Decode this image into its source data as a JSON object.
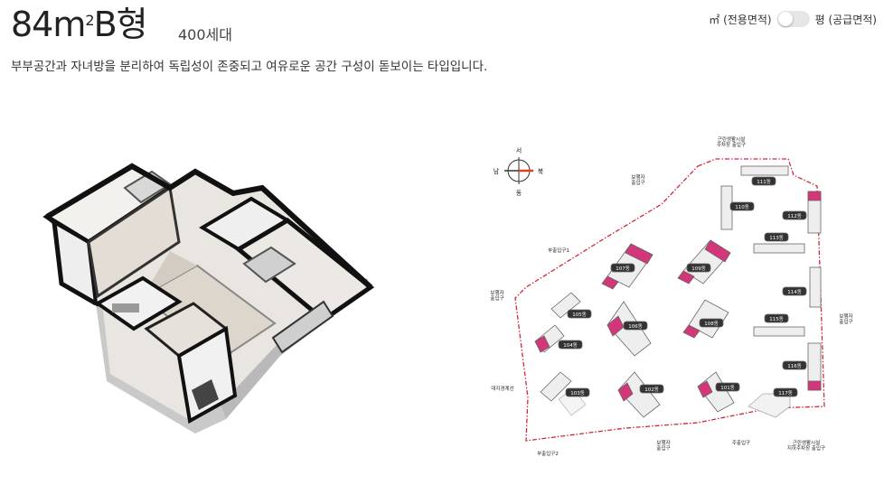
{
  "header": {
    "title_main": "84m",
    "title_sup": "2",
    "title_suffix": "B형",
    "units": "400세대"
  },
  "description": "부부공간과 자녀방을 분리하여 독립성이 존중되고 여유로운 공간 구성이 돋보이는 타입입니다.",
  "area_toggle": {
    "left_label": "㎡ (전용면적)",
    "right_label": "평 (공급면적)",
    "state": "left"
  },
  "site_map": {
    "compass": {
      "north": "북",
      "south": "남",
      "west": "서",
      "east": "동"
    },
    "labels": {
      "top_entrance": "근린생활시설\n주차장 출입구",
      "pedestrian_top": "보행자\n출입구",
      "sub_entrance_1": "부출입구1",
      "pedestrian_left": "보행자\n출입구",
      "site_boundary": "대지경계선",
      "sub_entrance_2": "부출입구2",
      "pedestrian_bottom": "보행자\n출입구",
      "main_entrance": "주출입구",
      "bottom_right": "근린생활시설\n지하주차장 출입구",
      "pedestrian_right": "보행자\n출입구"
    },
    "buildings": [
      "101동",
      "102동",
      "103동",
      "104동",
      "105동",
      "106동",
      "107동",
      "108동",
      "109동",
      "110동",
      "111동",
      "112동",
      "113동",
      "114동",
      "115동",
      "116동",
      "117동"
    ],
    "highlight_color": "#d4367a"
  }
}
